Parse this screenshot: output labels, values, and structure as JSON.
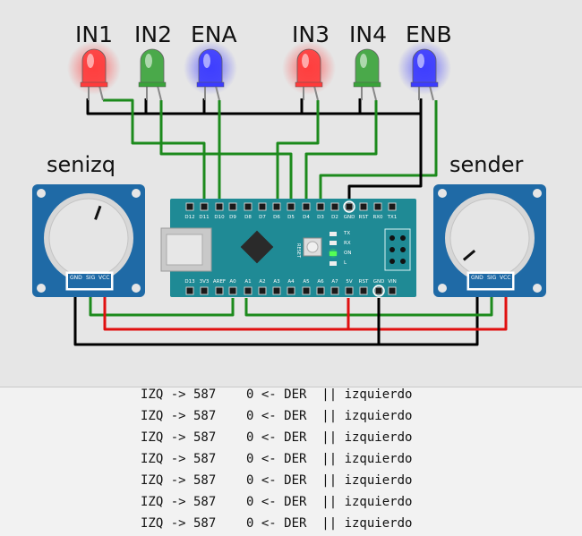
{
  "led_labels": [
    "IN1",
    "IN2",
    "ENA",
    "IN3",
    "IN4",
    "ENB"
  ],
  "led_colors": {
    "red": "#ff3b3b",
    "green": "#3aa33a",
    "blue": "#3b3bff"
  },
  "pot_labels": {
    "left": "senizq",
    "right": "sender"
  },
  "pot_pins": [
    "GND",
    "SIG",
    "VCC"
  ],
  "arduino": {
    "top_pins": [
      "D12",
      "D11",
      "D10",
      "D9",
      "D8",
      "D7",
      "D6",
      "D5",
      "D4",
      "D3",
      "D2",
      "GND",
      "RST",
      "RX0",
      "TX1"
    ],
    "bottom_pins": [
      "D13",
      "3V3",
      "AREF",
      "A0",
      "A1",
      "A2",
      "A3",
      "A4",
      "A5",
      "A6",
      "A7",
      "5V",
      "RST",
      "GND",
      "VIN"
    ],
    "side_labels": [
      "TX",
      "RX",
      "ON",
      "L"
    ],
    "reset_label": "RESET",
    "board_color": "#1f8a95"
  },
  "wire_colors": {
    "black": "#000000",
    "green": "#1c8a1c",
    "red": "#e01010"
  },
  "serial_lines": [
    "IZQ -> 587    0 <- DER  || izquierdo",
    "IZQ -> 587    0 <- DER  || izquierdo",
    "IZQ -> 587    0 <- DER  || izquierdo",
    "IZQ -> 587    0 <- DER  || izquierdo",
    "IZQ -> 587    0 <- DER  || izquierdo",
    "IZQ -> 587    0 <- DER  || izquierdo",
    "IZQ -> 587    0 <- DER  || izquierdo"
  ]
}
